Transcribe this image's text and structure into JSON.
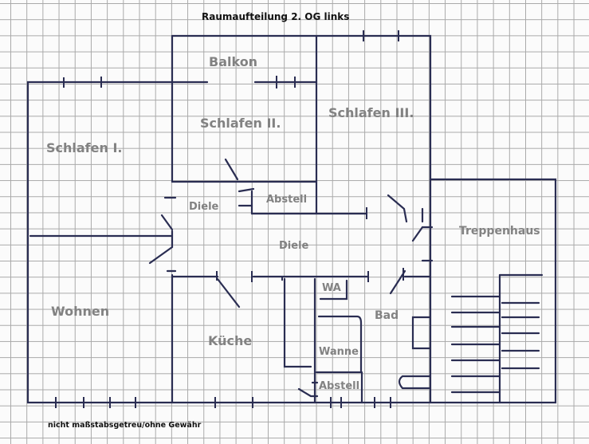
{
  "title": "Raumaufteilung 2. OG links",
  "footnote": "nicht maßstabsgetreu/ohne Gewähr",
  "rooms": {
    "balkon": "Balkon",
    "schlafen1": "Schlafen I.",
    "schlafen2": "Schlafen II.",
    "schlafen3": "Schlafen III.",
    "diele_left": "Diele",
    "abstell_top": "Abstell",
    "diele_center": "Diele",
    "treppenhaus": "Treppenhaus",
    "wohnen": "Wohnen",
    "kueche": "Küche",
    "wa": "WA",
    "bad": "Bad",
    "wanne": "Wanne",
    "abstell_bottom": "Abstell"
  },
  "colors": {
    "ink": "#2a2d52",
    "label": "#828282",
    "grid": "#a9a9a9"
  }
}
